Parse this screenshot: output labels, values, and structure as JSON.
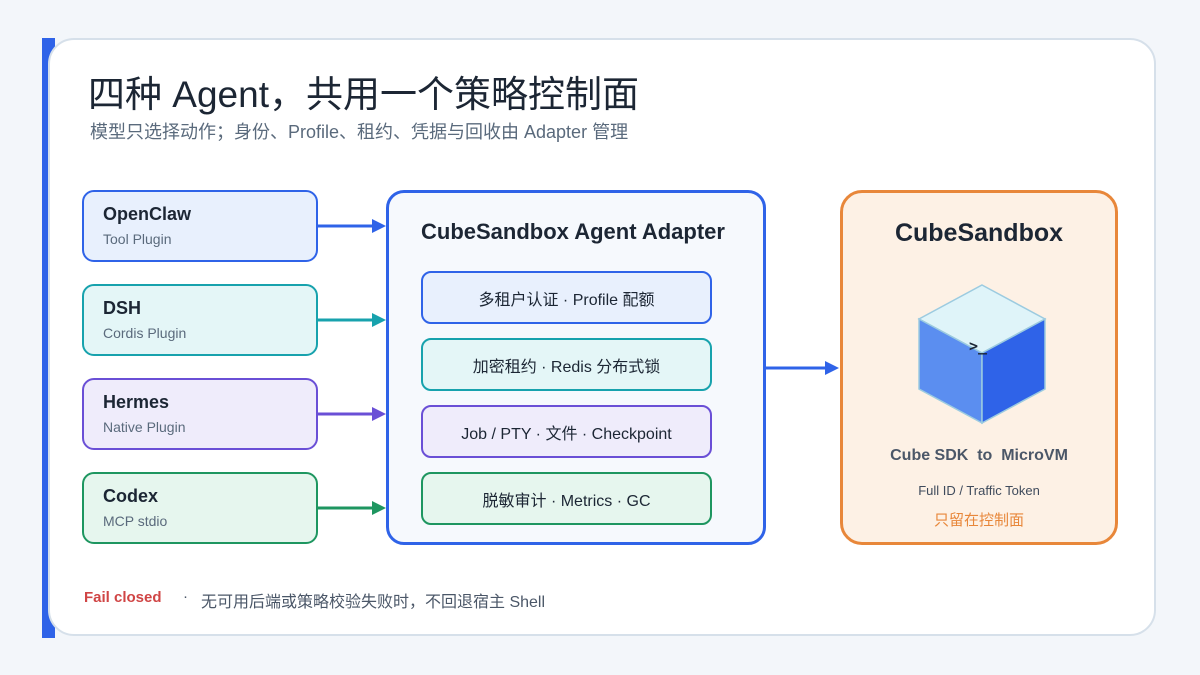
{
  "header": {
    "title": "四种 Agent，共用一个策略控制面",
    "subtitle": "模型只选择动作；身份、Profile、租约、凭据与回收由 Adapter 管理"
  },
  "agents": [
    {
      "name": "OpenClaw",
      "type": "Tool Plugin",
      "color": "#2f63e8",
      "fill": "#e8f0fd"
    },
    {
      "name": "DSH",
      "type": "Cordis Plugin",
      "color": "#17a2ad",
      "fill": "#e4f6f7"
    },
    {
      "name": "Hermes",
      "type": "Native Plugin",
      "color": "#6a4fd6",
      "fill": "#efecfb"
    },
    {
      "name": "Codex",
      "type": "MCP stdio",
      "color": "#1e9660",
      "fill": "#e6f6ee"
    }
  ],
  "adapter": {
    "title": "CubeSandbox Agent Adapter",
    "features": [
      {
        "label": "多租户认证 · Profile 配额",
        "color": "#2f63e8",
        "fill": "#e8f0fd"
      },
      {
        "label": "加密租约 · Redis 分布式锁",
        "color": "#17a2ad",
        "fill": "#e4f6f7"
      },
      {
        "label": "Job / PTY · 文件 · Checkpoint",
        "color": "#6a4fd6",
        "fill": "#efecfb"
      },
      {
        "label": "脱敏审计 · Metrics · GC",
        "color": "#1e9660",
        "fill": "#e6f6ee"
      }
    ]
  },
  "sandbox": {
    "title": "CubeSandbox",
    "cube_icon": "terminal-cube-icon",
    "terminal_prompt": ">_",
    "sdk_line": "Cube SDK  to  MicroVM",
    "token_line": "Full ID / Traffic Token",
    "control_line": "只留在控制面"
  },
  "footer": {
    "label": "Fail closed",
    "separator": "·",
    "text": "无可用后端或策略校验失败时，不回退宿主 Shell"
  },
  "colors": {
    "accent": "#2f63e8",
    "sandbox_border": "#e8873a",
    "fail": "#d04545"
  }
}
